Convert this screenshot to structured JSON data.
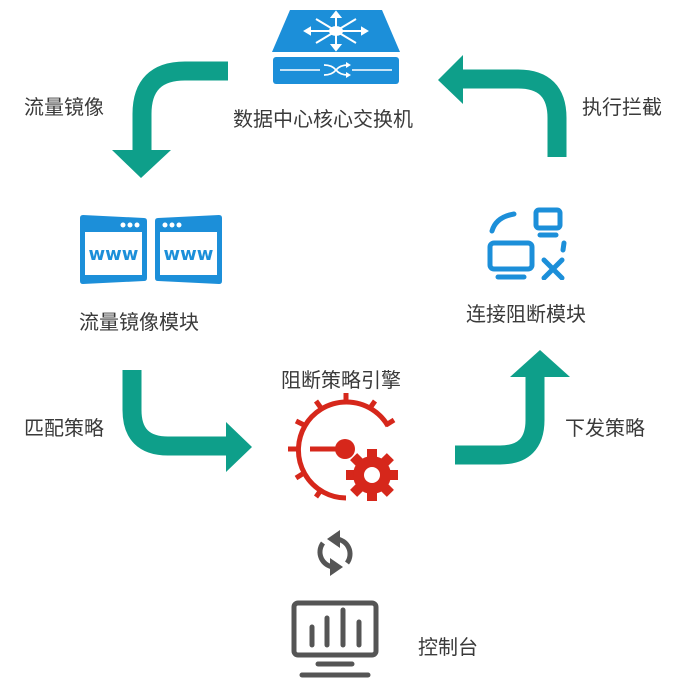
{
  "colors": {
    "arrow": "#0e9f8a",
    "icon_blue": "#1c8fd9",
    "engine_red": "#d6271b",
    "console_gray": "#555555",
    "text": "#3a3a3a"
  },
  "nodes": {
    "core_switch": {
      "label": "数据中心核心交换机",
      "icon": "network-switch-icon"
    },
    "mirror_module": {
      "label": "流量镜像模块",
      "icon": "www-windows-icon",
      "www_text": "www"
    },
    "block_module": {
      "label": "连接阻断模块",
      "icon": "disconnect-monitors-icon"
    },
    "policy_engine": {
      "label": "阻断策略引擎",
      "icon": "gauge-gear-icon"
    },
    "console": {
      "label": "控制台",
      "icon": "monitor-chart-icon"
    }
  },
  "edges": [
    {
      "from": "core_switch",
      "to": "mirror_module",
      "label": "流量镜像"
    },
    {
      "from": "mirror_module",
      "to": "policy_engine",
      "label": "匹配策略"
    },
    {
      "from": "policy_engine",
      "to": "block_module",
      "label": "下发策略"
    },
    {
      "from": "block_module",
      "to": "core_switch",
      "label": "执行拦截"
    }
  ],
  "sync_icon": "sync-icon"
}
